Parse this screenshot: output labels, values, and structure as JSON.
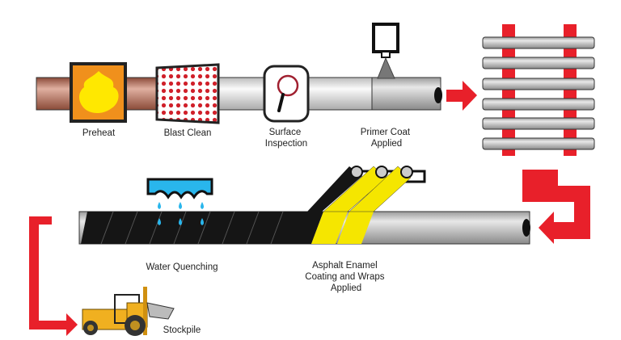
{
  "labels": {
    "preheat": "Preheat",
    "blast_clean": "Blast Clean",
    "surface_inspection": [
      "Surface",
      "Inspection"
    ],
    "primer_coat": [
      "Primer Coat",
      "Applied"
    ],
    "water_quenching": "Water Quenching",
    "asphalt": [
      "Asphalt Enamel",
      "Coating and Wraps",
      "Applied"
    ],
    "stockpile": "Stockpile"
  },
  "colors": {
    "arrow": "#e8202a",
    "copper": "#b87560",
    "flame": "#ffe800",
    "heater": "#f0901c",
    "water": "#29b6ec",
    "wrap": "#f5e600",
    "tractor": "#f0b020"
  }
}
